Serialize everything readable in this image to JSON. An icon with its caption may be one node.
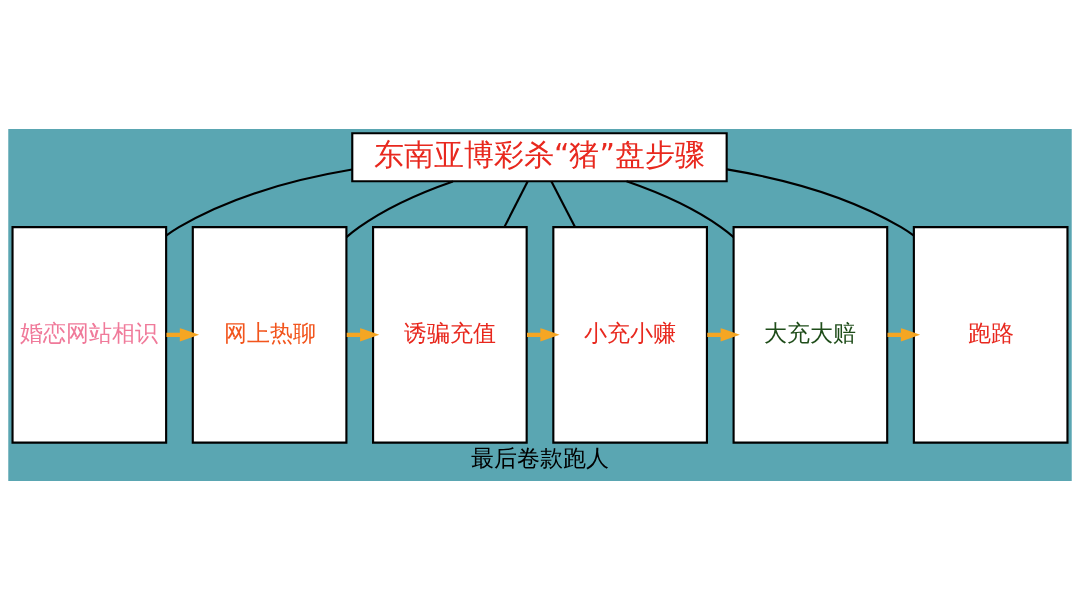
{
  "diagram": {
    "caption": "最后卷款跑人",
    "nodes": [
      {
        "text": [
          "东南亚博彩杀“猪”盘步骤"
        ]
      },
      {
        "text": [
          "婚恋网站相识"
        ]
      },
      {
        "text": [
          "网上热聊"
        ]
      },
      {
        "text": [
          "诱骗充值"
        ]
      },
      {
        "text": [
          "小充小赚"
        ]
      },
      {
        "text": [
          "大充大赔"
        ]
      },
      {
        "text": [
          "跑路"
        ]
      }
    ],
    "edges": [
      {
        "from": 0,
        "to": 1,
        "arrow": "none"
      },
      {
        "from": 0,
        "to": 2,
        "arrow": "none"
      },
      {
        "from": 0,
        "to": 3,
        "arrow": "none"
      },
      {
        "from": 0,
        "to": 4,
        "arrow": "none"
      },
      {
        "from": 0,
        "to": 5,
        "arrow": "none"
      },
      {
        "from": 0,
        "to": 6,
        "arrow": "none"
      },
      {
        "from": 1,
        "to": 2,
        "arrow": "to",
        "style": "thick",
        "color": "#f5a623"
      },
      {
        "from": 2,
        "to": 3,
        "arrow": "to",
        "style": "thick",
        "color": "#f5a623"
      },
      {
        "from": 3,
        "to": 4,
        "arrow": "to",
        "style": "thick",
        "color": "#f5a623"
      },
      {
        "from": 4,
        "to": 5,
        "arrow": "to",
        "style": "thick",
        "color": "#f5a623"
      },
      {
        "from": 5,
        "to": 6,
        "arrow": "to",
        "style": "thick",
        "color": "#f5a623"
      }
    ]
  }
}
